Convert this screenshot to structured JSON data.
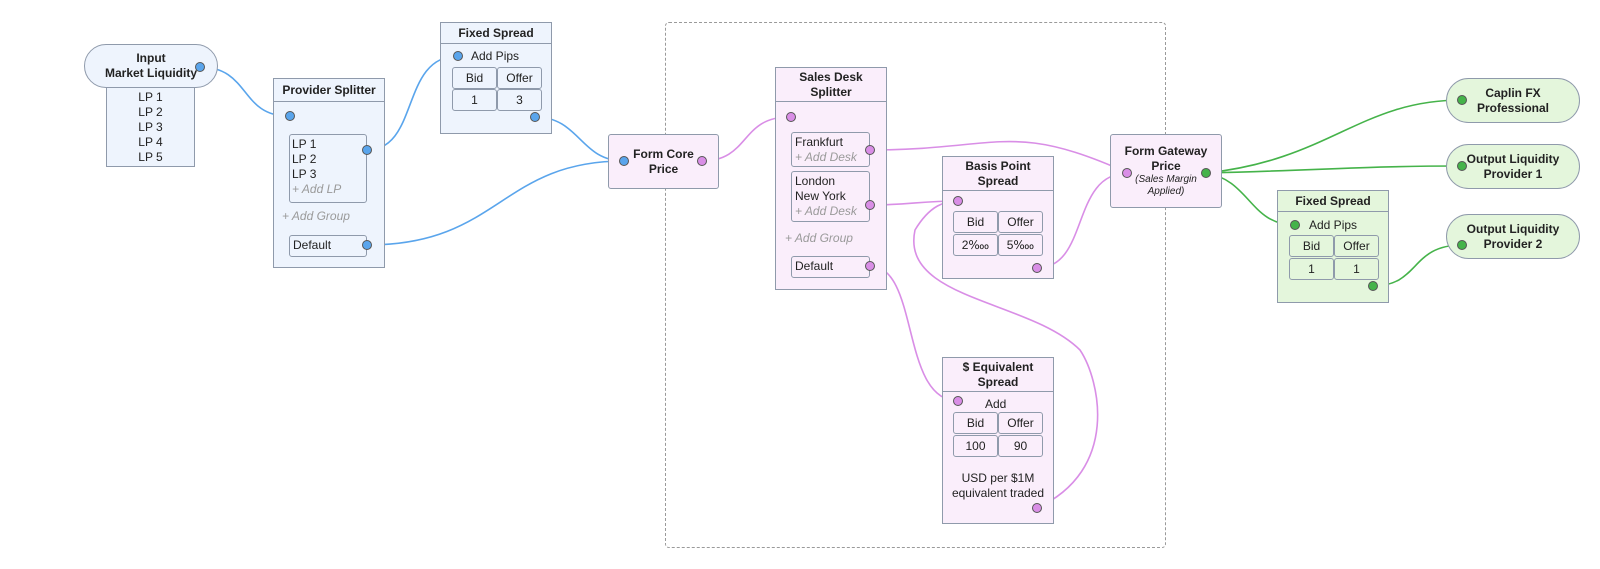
{
  "colors": {
    "blue_wire": "#5aa5ec",
    "pink_wire": "#d98ee6",
    "green_wire": "#45b34a",
    "blue_fill": "#eef4fd",
    "pink_fill": "#faeefb",
    "green_fill": "#e4f6dc"
  },
  "input": {
    "title_line1": "Input",
    "title_line2": "Market Liquidity",
    "lps": [
      "LP 1",
      "LP 2",
      "LP 3",
      "LP 4",
      "LP 5"
    ]
  },
  "provider_splitter": {
    "title": "Provider Splitter",
    "group_lps": [
      "LP 1",
      "LP 2",
      "LP 3"
    ],
    "add_lp": "+ Add LP",
    "add_group": "+ Add Group",
    "default": "Default"
  },
  "fixed_spread_1": {
    "title": "Fixed Spread",
    "label": "Add Pips",
    "bid_label": "Bid",
    "offer_label": "Offer",
    "bid": "1",
    "offer": "3"
  },
  "form_core": {
    "line1": "Form Core",
    "line2": "Price"
  },
  "sales_desk": {
    "title_line1": "Sales Desk",
    "title_line2": "Splitter",
    "desk1": "Frankfurt",
    "add_desk": "+ Add Desk",
    "desk2_line1": "London",
    "desk2_line2": "New York",
    "add_group": "+ Add Group",
    "default": "Default"
  },
  "basis_point": {
    "title_line1": "Basis Point",
    "title_line2": "Spread",
    "bid_label": "Bid",
    "offer_label": "Offer",
    "bid": "2‱",
    "offer": "5‱"
  },
  "dollar_equiv": {
    "title_line1": "$ Equivalent",
    "title_line2": "Spread",
    "label": "Add",
    "bid_label": "Bid",
    "offer_label": "Offer",
    "bid": "100",
    "offer": "90",
    "note_line1": "USD per $1M",
    "note_line2": "equivalent traded"
  },
  "form_gateway": {
    "line1": "Form Gateway",
    "line2": "Price",
    "note_line1": "(Sales Margin",
    "note_line2": "Applied)"
  },
  "fixed_spread_2": {
    "title": "Fixed Spread",
    "label": "Add Pips",
    "bid_label": "Bid",
    "offer_label": "Offer",
    "bid": "1",
    "offer": "1"
  },
  "outputs": {
    "caplin": {
      "line1": "Caplin FX",
      "line2": "Professional"
    },
    "olp1": {
      "line1": "Output Liquidity",
      "line2": "Provider 1"
    },
    "olp2": {
      "line1": "Output Liquidity",
      "line2": "Provider 2"
    }
  }
}
